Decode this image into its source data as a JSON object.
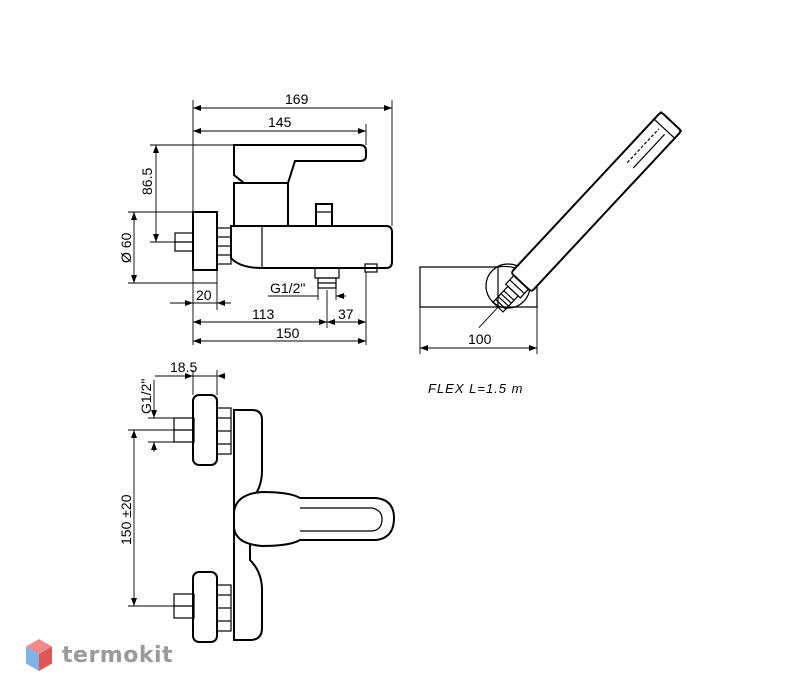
{
  "dimensions": {
    "top_width_total": "169",
    "top_width_spout": "145",
    "height_lever": "86.5",
    "diameter_flange": "Ø 60",
    "inlet_offset": "20",
    "outlet_thread": "G1/2\"",
    "to_outlet": "113",
    "outlet_to_end": "37",
    "body_length": "150",
    "handshower_length": "100",
    "front_depth": "18.5",
    "front_thread": "G1/2\"",
    "center_distance": "150 ±20"
  },
  "note": "FLEX L=1.5 m",
  "brand": {
    "name": "termokit",
    "colors": {
      "top": "#f08a8a",
      "left": "#7fb3e6",
      "right": "#e05555"
    }
  }
}
